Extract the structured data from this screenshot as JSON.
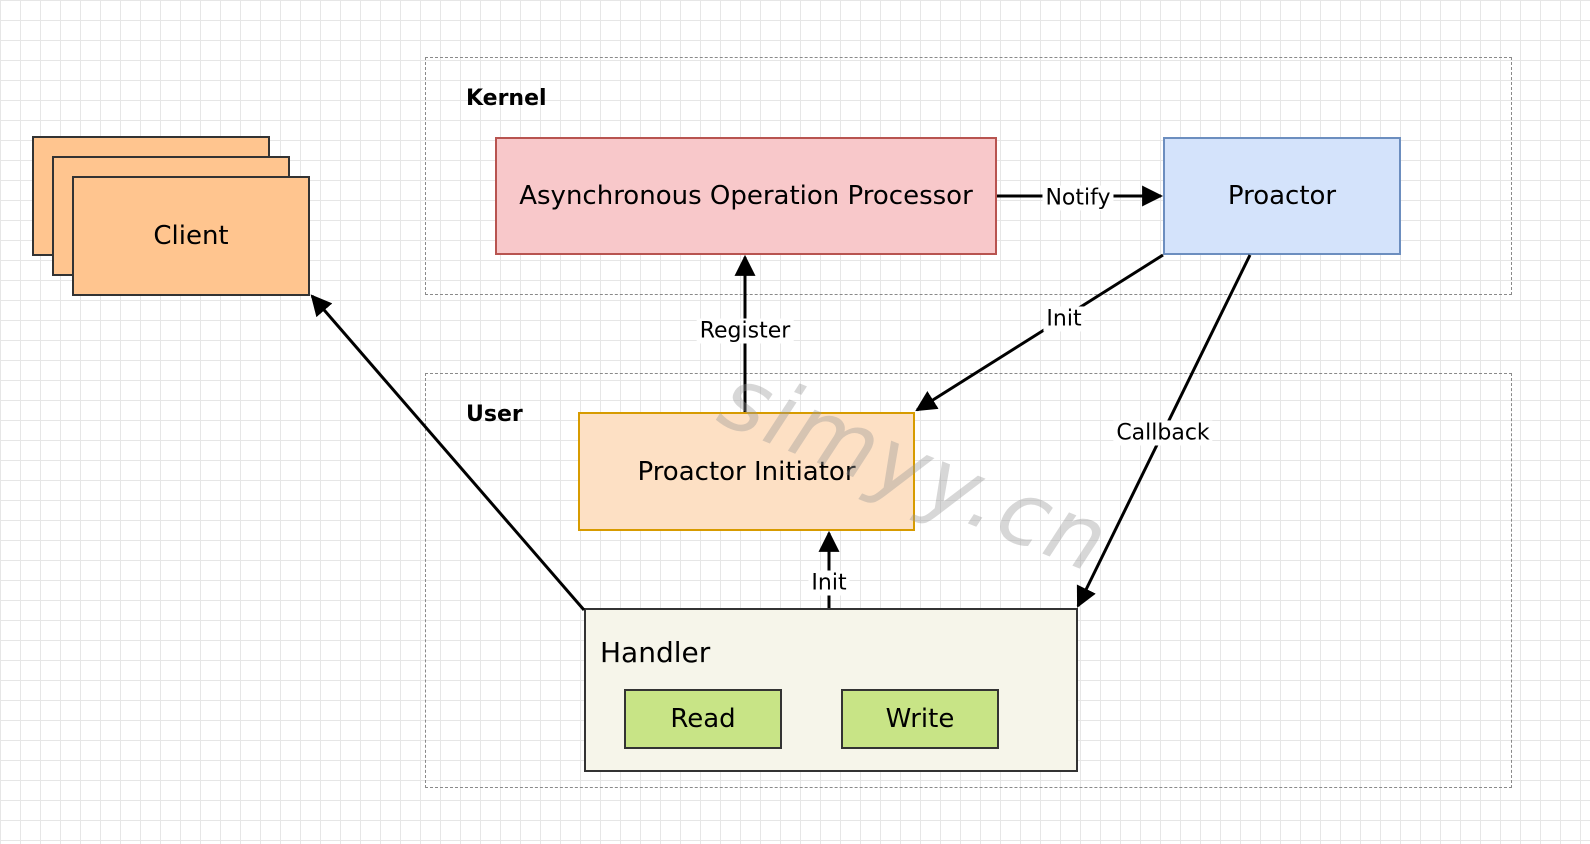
{
  "groups": {
    "kernel": {
      "label": "Kernel"
    },
    "user": {
      "label": "User"
    }
  },
  "nodes": {
    "client": {
      "label": "Client"
    },
    "aop": {
      "label": "Asynchronous Operation Processor"
    },
    "proactor": {
      "label": "Proactor"
    },
    "initiator": {
      "label": "Proactor Initiator"
    },
    "handler": {
      "label": "Handler",
      "ops": [
        "Read",
        "Write"
      ]
    }
  },
  "edges": {
    "notify": "Notify",
    "register": "Register",
    "init_proactor": "Init",
    "callback": "Callback",
    "init_handler": "Init"
  },
  "watermark": "simyy.cn",
  "colors": {
    "client": "#ffc58f",
    "aop": "#f8c8ca",
    "proactor": "#d4e3fb",
    "initiator": "#fde0c4",
    "handler": "#f6f5ea",
    "ops": "#c8e486"
  }
}
